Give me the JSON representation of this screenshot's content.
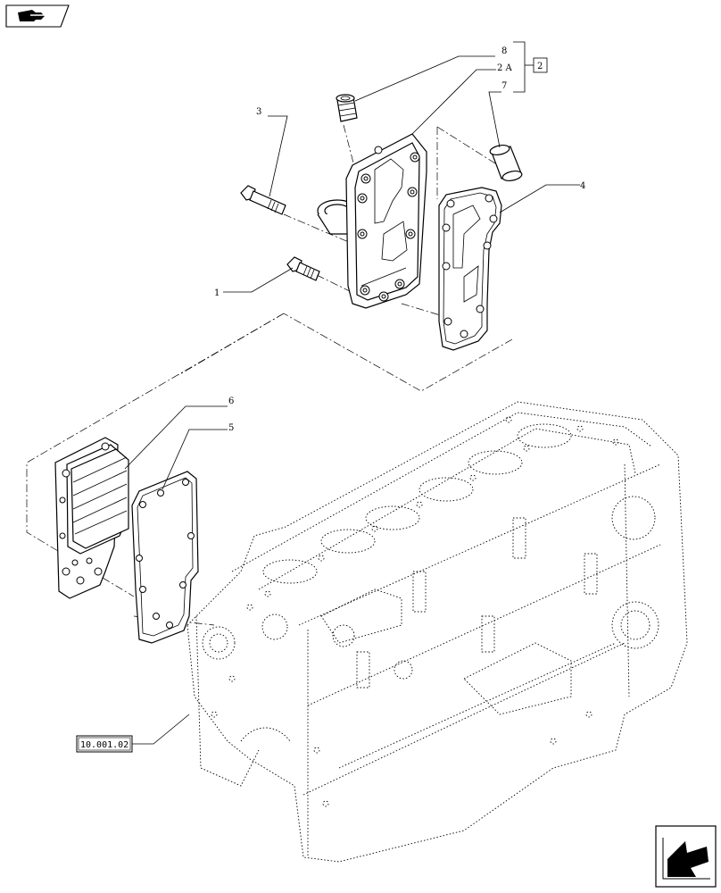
{
  "callouts": {
    "c8": "8",
    "c2a": "2 A",
    "c7": "7",
    "c2box": "2",
    "c3": "3",
    "c4": "4",
    "c1": "1",
    "c6": "6",
    "c5": "5",
    "ref_block": "10.001.02"
  },
  "icons": {
    "top_nav": "book-arrow-icon",
    "bottom_nav": "arrow-left-down-icon"
  }
}
